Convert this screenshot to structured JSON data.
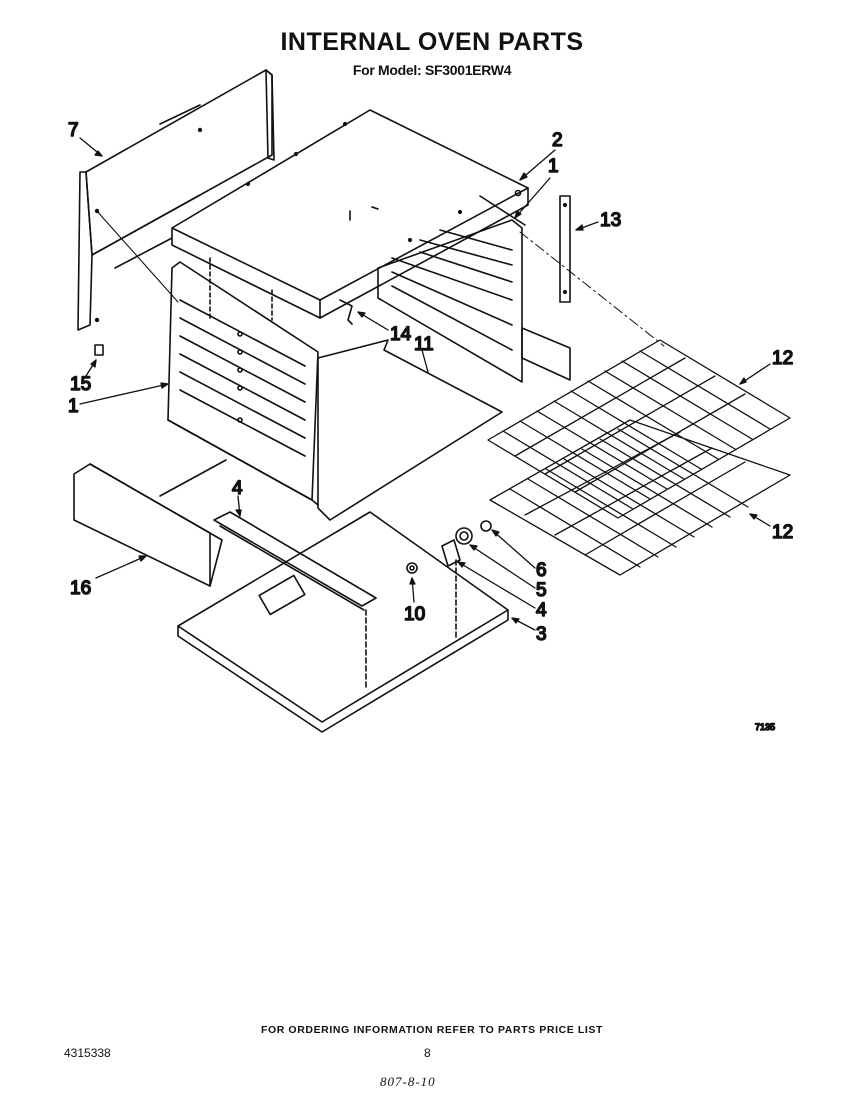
{
  "header": {
    "title": "INTERNAL OVEN PARTS",
    "subtitle": "For Model: SF3001ERW4"
  },
  "callouts": {
    "c7": "7",
    "c2": "2",
    "c1a": "1",
    "c13": "13",
    "c12a": "12",
    "c14": "14",
    "c11": "11",
    "c15": "15",
    "c1b": "1",
    "c12b": "12",
    "c4a": "4",
    "c6": "6",
    "c5": "5",
    "c16": "16",
    "c10": "10",
    "c4b": "4",
    "c3": "3"
  },
  "figure_code": "7135",
  "footer": {
    "ordering_note": "FOR ORDERING INFORMATION REFER TO PARTS PRICE LIST",
    "doc_number": "4315338",
    "page_number": "8",
    "handwritten": "807-8-10"
  }
}
